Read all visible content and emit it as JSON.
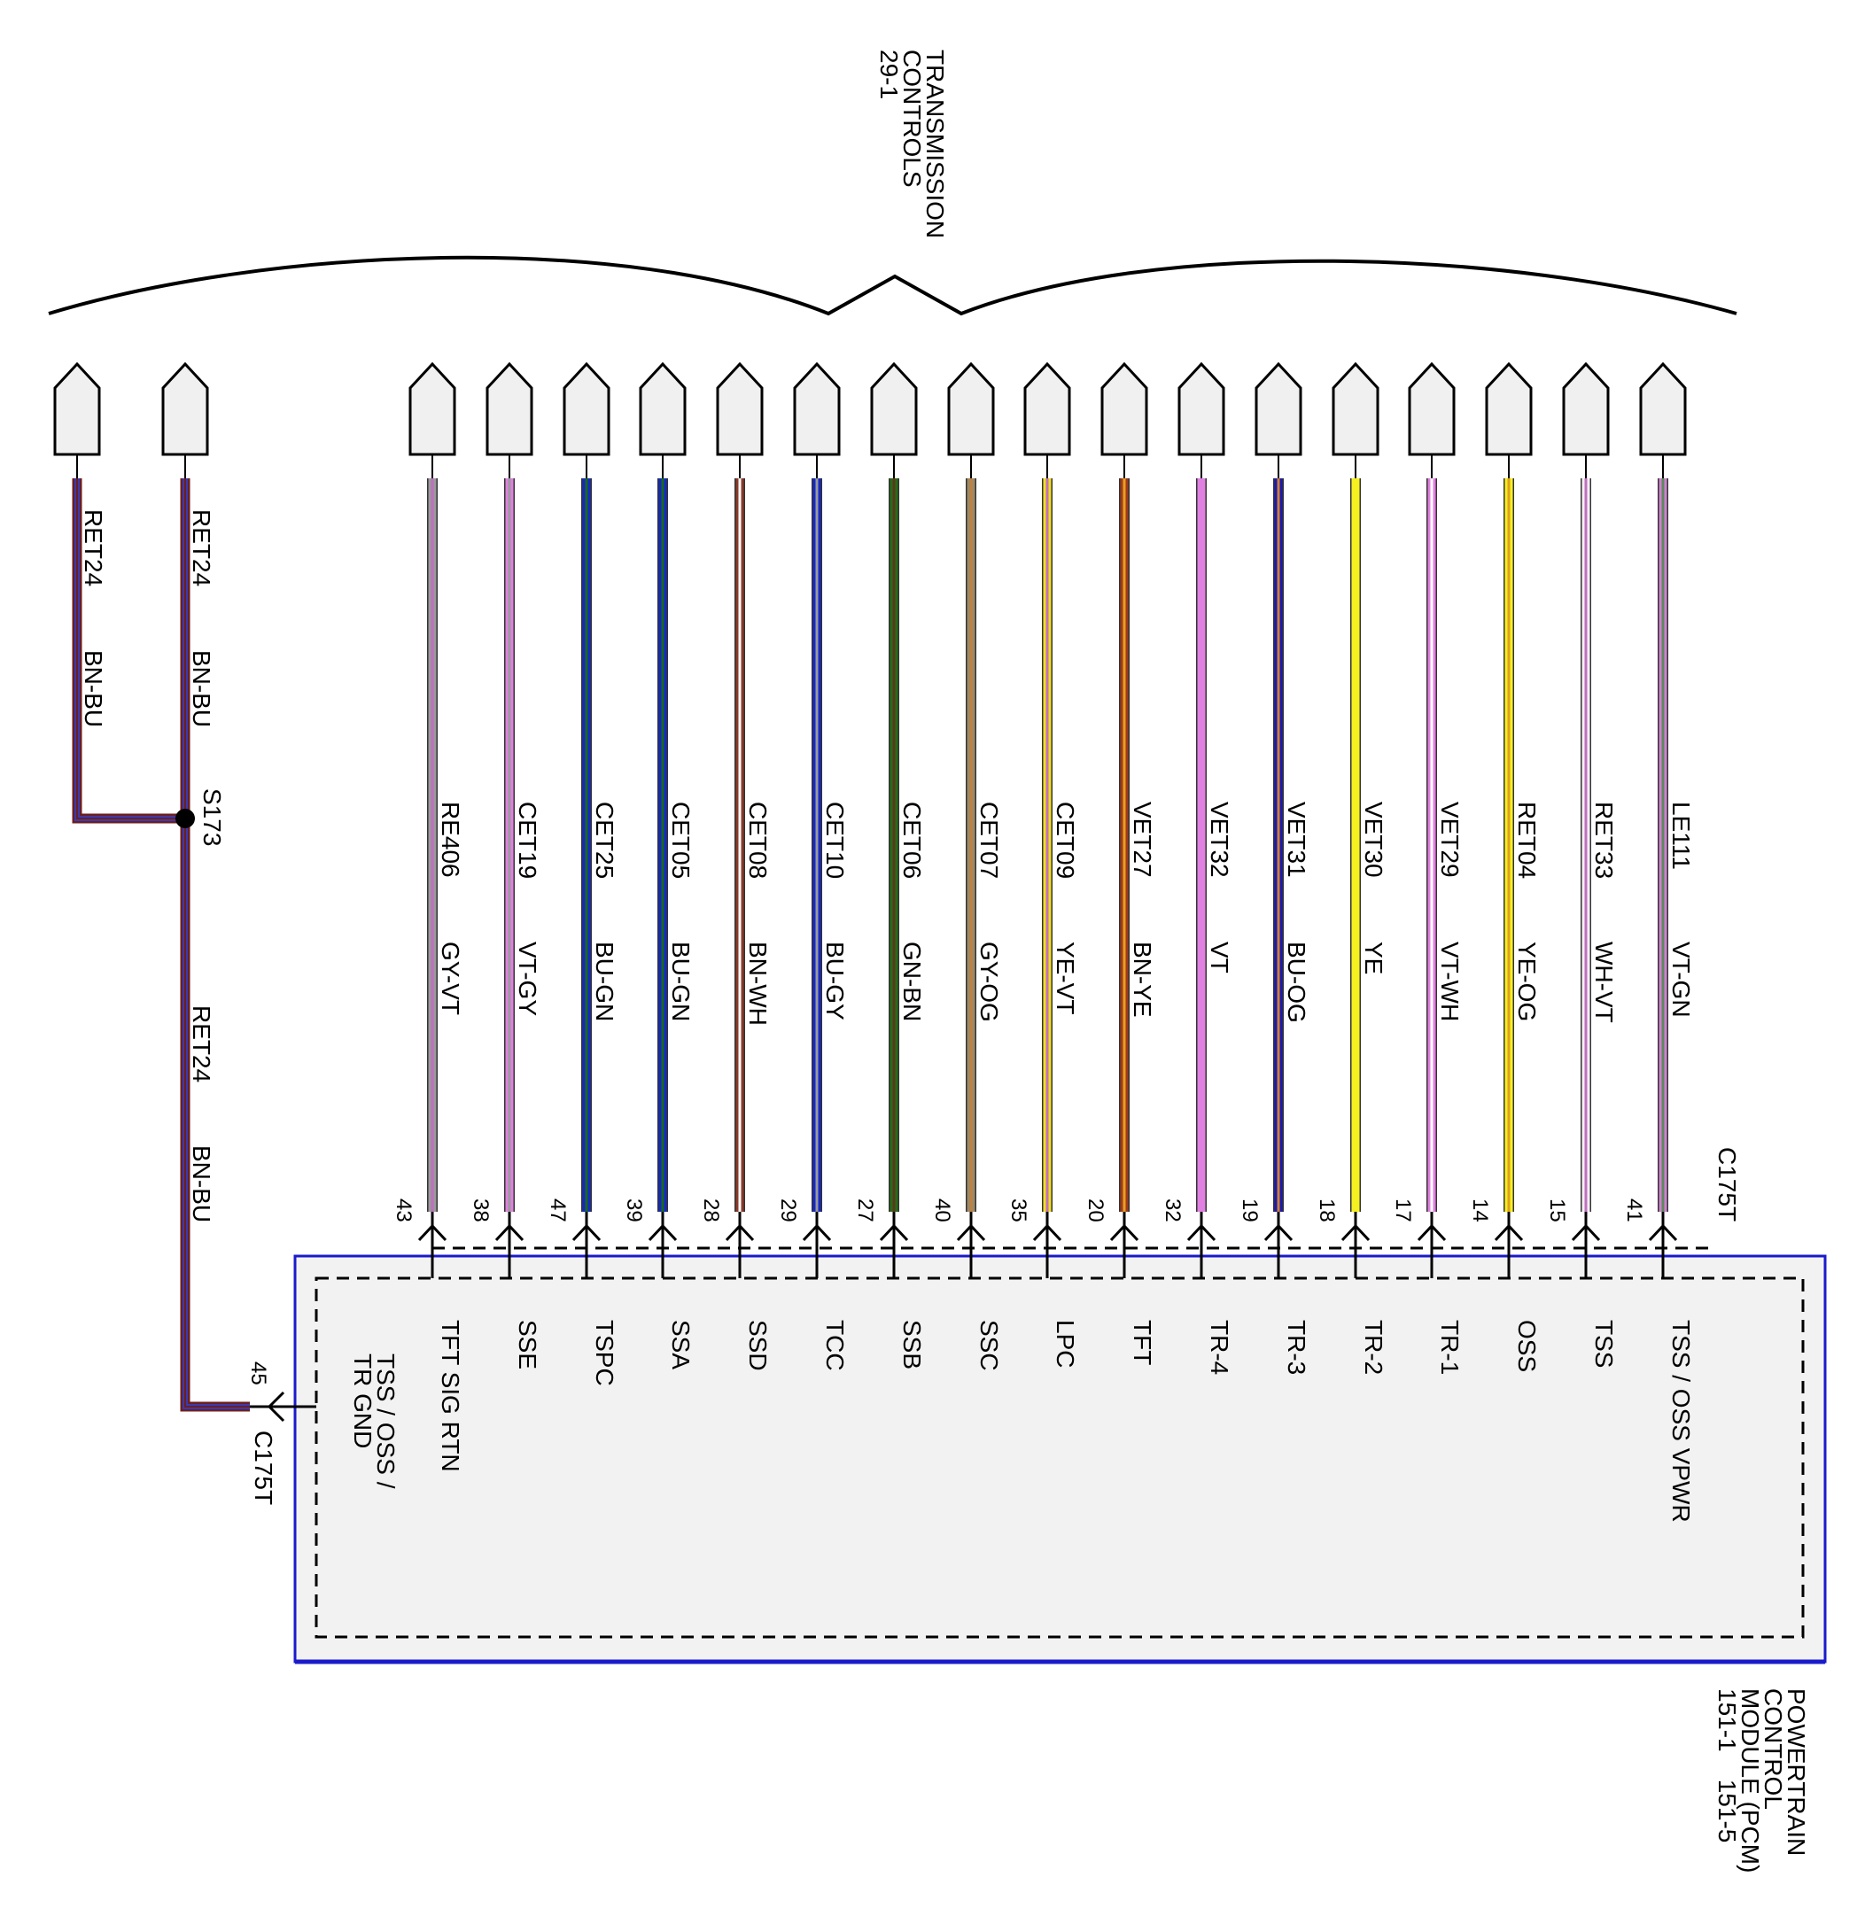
{
  "header": {
    "lines": [
      "TRANSMISSION",
      "CONTROLS",
      "29-1"
    ]
  },
  "module": {
    "lines": [
      "POWERTRAIN",
      "CONTROL",
      "MODULE (PCM)",
      "151-1    151-5"
    ],
    "border_color": "#1a1acc",
    "fill_color": "#f2f2f2"
  },
  "ground": {
    "wires": [
      {
        "circuit": "RET24",
        "color": "BN-BU"
      },
      {
        "circuit": "RET24",
        "color": "BN-BU"
      }
    ],
    "splice": "S173",
    "lower_wire": {
      "circuit": "RET24",
      "color": "BN-BU"
    },
    "pin": "45",
    "connector": "C175T",
    "function": "TSS / OSS / TR GND",
    "stripes": [
      "#6b1f1f",
      "#3a3ab0",
      "#6b1f1f"
    ]
  },
  "connector_label": "C175T",
  "wires": [
    {
      "circuit": "RE406",
      "color": "GY-VT",
      "pin": "43",
      "function": "TFT SIG RTN",
      "base": "#9a9a9a",
      "stripe": "#c070c0"
    },
    {
      "circuit": "CET19",
      "color": "VT-GY",
      "pin": "38",
      "function": "SSE",
      "base": "#e080e0",
      "stripe": "#9a9a9a"
    },
    {
      "circuit": "CET25",
      "color": "BU-GN",
      "pin": "47",
      "function": "TSPC",
      "base": "#1428c8",
      "stripe": "#1a6a1a"
    },
    {
      "circuit": "CET05",
      "color": "BU-GN",
      "pin": "39",
      "function": "SSA",
      "base": "#1428c8",
      "stripe": "#1a6a1a"
    },
    {
      "circuit": "CET08",
      "color": "BN-WH",
      "pin": "28",
      "function": "SSD",
      "base": "#8b3a2a",
      "stripe": "#ffffff"
    },
    {
      "circuit": "CET10",
      "color": "BU-GY",
      "pin": "29",
      "function": "TCC",
      "base": "#1428c8",
      "stripe": "#9a9a9a"
    },
    {
      "circuit": "CET06",
      "color": "GN-BN",
      "pin": "27",
      "function": "SSB",
      "base": "#2a6a1a",
      "stripe": "#5a3a1a"
    },
    {
      "circuit": "CET07",
      "color": "GY-OG",
      "pin": "40",
      "function": "SSC",
      "base": "#9a8a6a",
      "stripe": "#c08040"
    },
    {
      "circuit": "CET09",
      "color": "YE-VT",
      "pin": "35",
      "function": "LPC",
      "base": "#f0e020",
      "stripe": "#c070c0"
    },
    {
      "circuit": "VET27",
      "color": "BN-YE",
      "pin": "20",
      "function": "TFT",
      "base": "#a03a1a",
      "stripe": "#e8a020"
    },
    {
      "circuit": "VET32",
      "color": "VT",
      "pin": "32",
      "function": "TR-4",
      "base": "#e080e0",
      "stripe": "#e080e0"
    },
    {
      "circuit": "VET31",
      "color": "BU-OG",
      "pin": "19",
      "function": "TR-3",
      "base": "#1a1ab0",
      "stripe": "#d08030"
    },
    {
      "circuit": "VET30",
      "color": "YE",
      "pin": "18",
      "function": "TR-2",
      "base": "#f5f020",
      "stripe": "#f5f020"
    },
    {
      "circuit": "VET29",
      "color": "VT-WH",
      "pin": "17",
      "function": "TR-1",
      "base": "#e080e0",
      "stripe": "#ffffff"
    },
    {
      "circuit": "RET04",
      "color": "YE-OG",
      "pin": "14",
      "function": "OSS",
      "base": "#f5f020",
      "stripe": "#e0a020"
    },
    {
      "circuit": "RET33",
      "color": "WH-VT",
      "pin": "15",
      "function": "TSS",
      "base": "#f6eef6",
      "stripe": "#c070c0"
    },
    {
      "circuit": "LE111",
      "color": "VT-GN",
      "pin": "41",
      "function": "TSS / OSS VPWR",
      "base": "#d080d0",
      "stripe": "#5a8a5a"
    }
  ]
}
